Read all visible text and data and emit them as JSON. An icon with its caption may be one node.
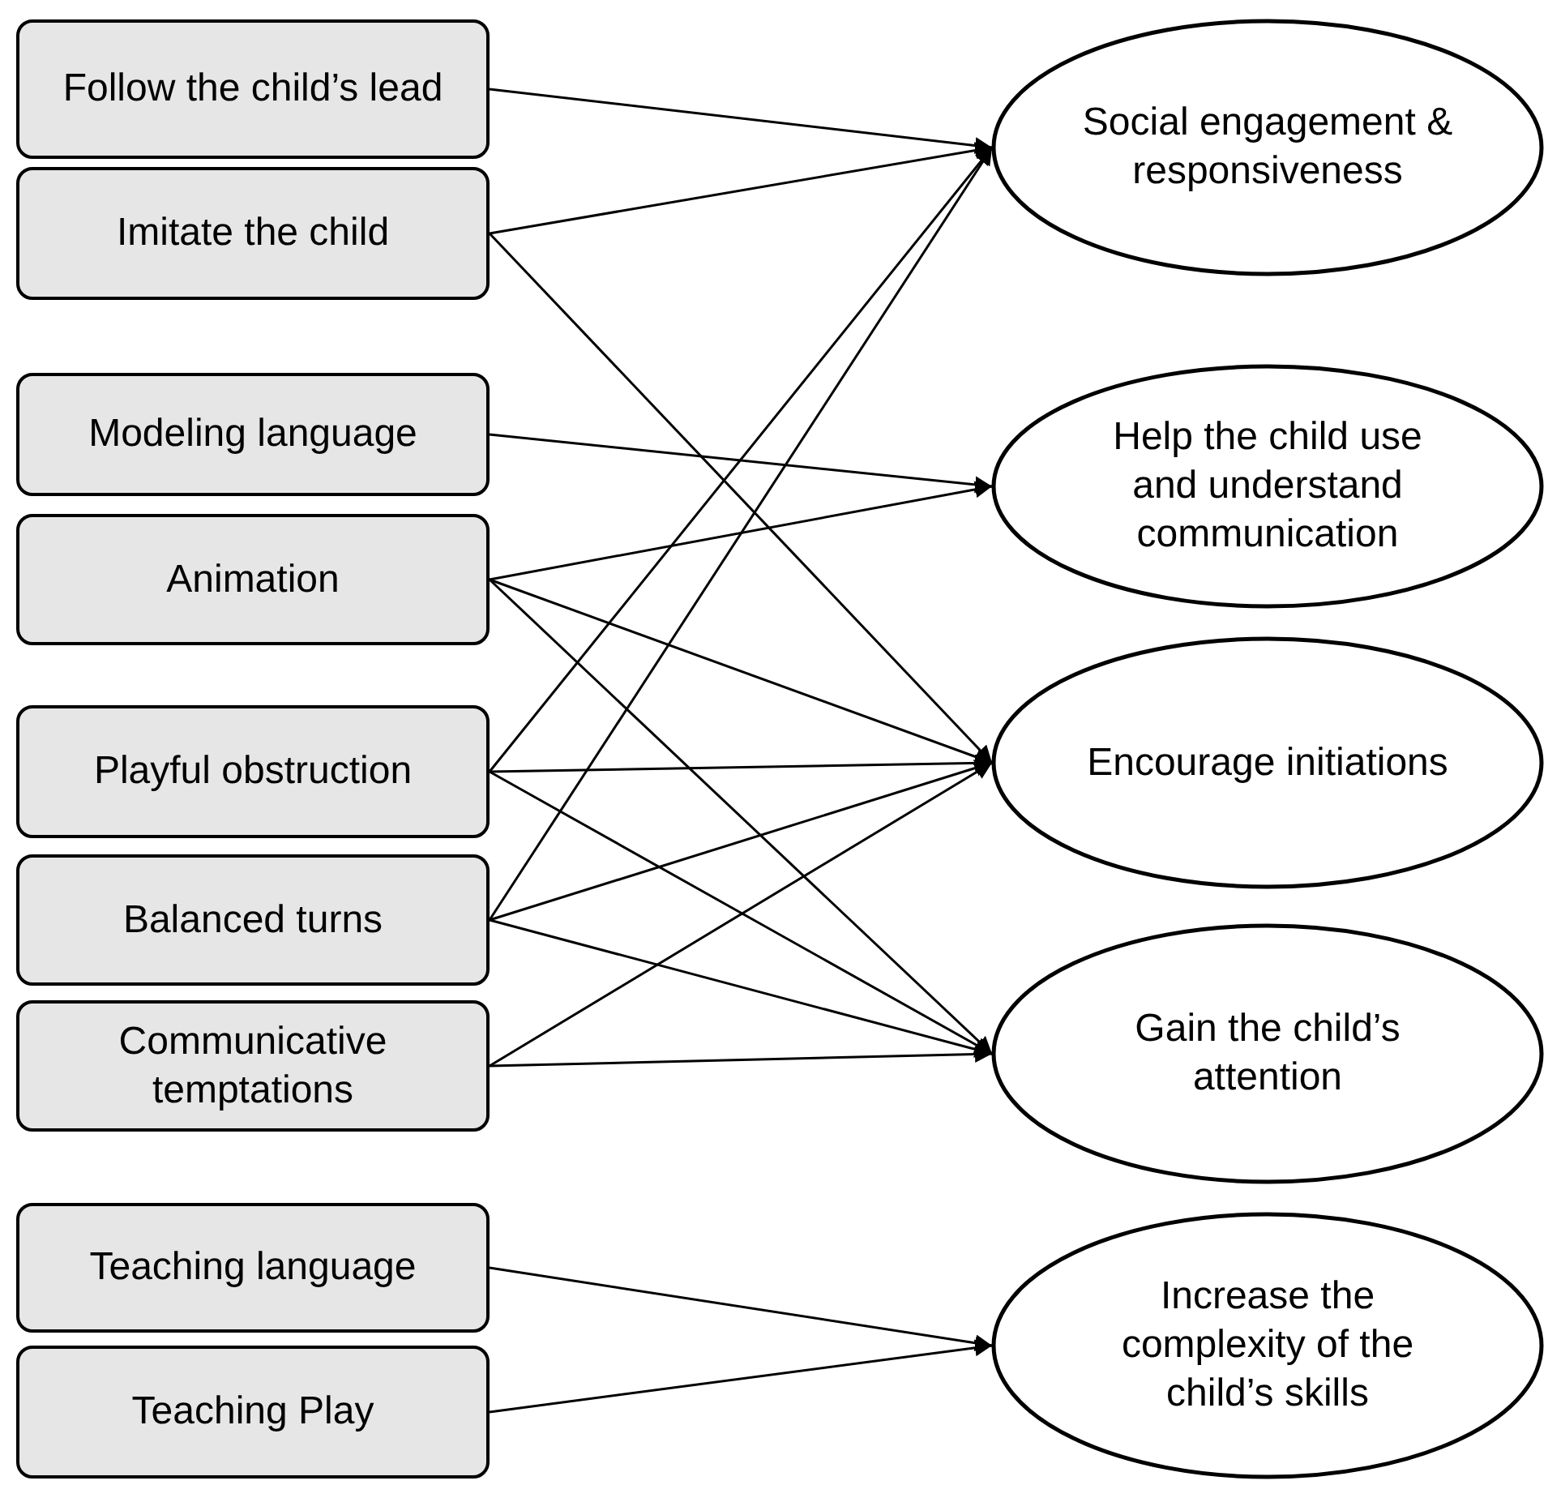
{
  "diagram": {
    "nodes": [
      {
        "text": [
          "Follow the child’s lead"
        ]
      },
      {
        "text": [
          "Imitate the child"
        ]
      },
      {
        "text": [
          "Modeling language"
        ]
      },
      {
        "text": [
          "Animation"
        ]
      },
      {
        "text": [
          "Playful obstruction"
        ]
      },
      {
        "text": [
          "Balanced turns"
        ]
      },
      {
        "text": [
          "Communicative temptations"
        ]
      },
      {
        "text": [
          "Teaching language"
        ]
      },
      {
        "text": [
          "Teaching Play"
        ]
      },
      {
        "text": [
          "Social engagement & responsiveness"
        ]
      },
      {
        "text": [
          "Help the child use and understand communication"
        ]
      },
      {
        "text": [
          "Encourage initiations"
        ]
      },
      {
        "text": [
          "Gain the child’s attention"
        ]
      },
      {
        "text": [
          "Increase the complexity of the child’s skills"
        ]
      }
    ],
    "edges": [
      {
        "from": 0,
        "to": 9,
        "arrow": "to"
      },
      {
        "from": 1,
        "to": 9,
        "arrow": "to"
      },
      {
        "from": 1,
        "to": 11,
        "arrow": "to"
      },
      {
        "from": 2,
        "to": 10,
        "arrow": "to"
      },
      {
        "from": 3,
        "to": 10,
        "arrow": "to"
      },
      {
        "from": 3,
        "to": 11,
        "arrow": "to"
      },
      {
        "from": 3,
        "to": 12,
        "arrow": "to"
      },
      {
        "from": 4,
        "to": 9,
        "arrow": "to"
      },
      {
        "from": 4,
        "to": 11,
        "arrow": "to"
      },
      {
        "from": 4,
        "to": 12,
        "arrow": "to"
      },
      {
        "from": 5,
        "to": 9,
        "arrow": "to"
      },
      {
        "from": 5,
        "to": 11,
        "arrow": "to"
      },
      {
        "from": 5,
        "to": 12,
        "arrow": "to"
      },
      {
        "from": 6,
        "to": 11,
        "arrow": "to"
      },
      {
        "from": 6,
        "to": 12,
        "arrow": "to"
      },
      {
        "from": 7,
        "to": 13,
        "arrow": "to"
      },
      {
        "from": 8,
        "to": 13,
        "arrow": "to"
      }
    ]
  }
}
